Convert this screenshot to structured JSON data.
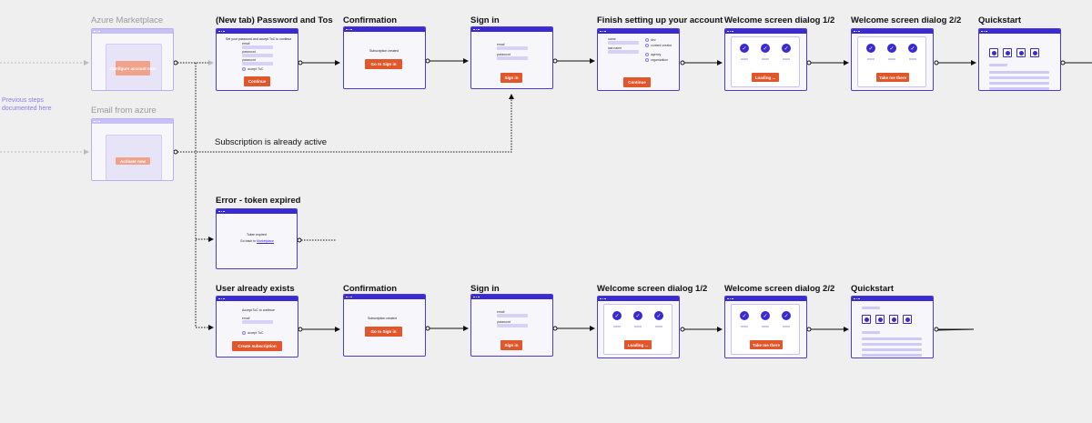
{
  "side_note": {
    "line1": "Previous steps",
    "line2": "documented here"
  },
  "row1": {
    "azure_marketplace": {
      "title": "Azure Marketplace",
      "button": "Configure account now"
    },
    "password_tos": {
      "title": "(New tab) Password and Tos",
      "heading": "Set your password and accept ToC to continue",
      "email_label": "email",
      "password_label": "password",
      "password2_label": "password",
      "accept_label": "accept ToC",
      "button": "Continue"
    },
    "confirmation": {
      "title": "Confirmation",
      "text": "Subscription created",
      "button": "Go to Sign in"
    },
    "sign_in": {
      "title": "Sign in",
      "email_label": "email",
      "password_label": "password",
      "button": "Sign in"
    },
    "finish_setup": {
      "title": "Finish setting up your account",
      "name_label": "name",
      "last_name_label": "last name",
      "options": [
        "dev",
        "content creator",
        "agency",
        "organization"
      ],
      "button": "Continue"
    },
    "welcome1": {
      "title": "Welcome screen dialog 1/2",
      "button": "Loading ..."
    },
    "welcome2": {
      "title": "Welcome screen dialog 2/2",
      "button": "Take me there"
    },
    "quickstart": {
      "title": "Quickstart"
    }
  },
  "email_from_azure": {
    "title": "Email from azure",
    "button": "Activate now"
  },
  "already_active": {
    "label": "Subscription is already active"
  },
  "error_token": {
    "title": "Error - token expired",
    "line1": "Token expired",
    "line2_prefix": "Go back to",
    "line2_link": "Marketplace"
  },
  "row2": {
    "user_exists": {
      "title": "User already exists",
      "heading": "Accept ToC to continue",
      "email_label": "email",
      "accept_label": "accept ToC",
      "button": "Create subscription"
    },
    "confirmation": {
      "title": "Confirmation",
      "text": "Subscription created",
      "button": "Go to Sign in"
    },
    "sign_in": {
      "title": "Sign in",
      "email_label": "email",
      "password_label": "password",
      "button": "Sign in"
    },
    "welcome1": {
      "title": "Welcome screen dialog 1/2",
      "button": "Loading ..."
    },
    "welcome2": {
      "title": "Welcome screen dialog 2/2",
      "button": "Take me there"
    },
    "quickstart": {
      "title": "Quickstart"
    }
  },
  "colors": {
    "accent": "#3a2ad2",
    "button": "#e2562b",
    "faded": "#b7b0f0",
    "background": "#efeff0"
  }
}
